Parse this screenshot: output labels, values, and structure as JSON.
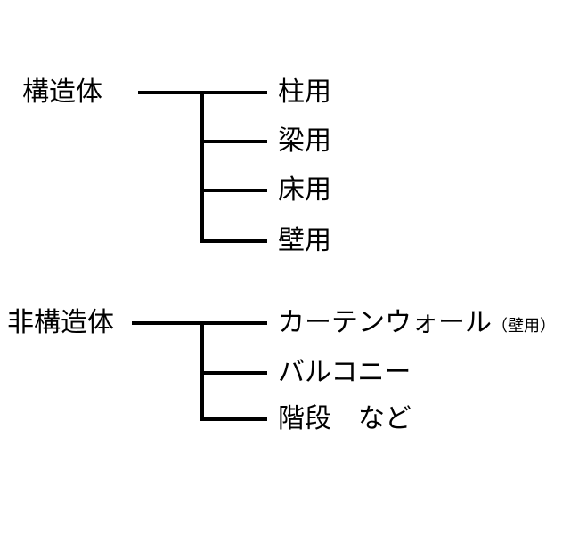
{
  "groups": [
    {
      "root": "構造体",
      "children": [
        "柱用",
        "梁用",
        "床用",
        "壁用"
      ]
    },
    {
      "root": "非構造体",
      "children": [
        "カーテンウォール",
        "バルコニー",
        "階段　など"
      ],
      "child_note": "（壁用）"
    }
  ],
  "colors": {
    "line": "#000000",
    "text": "#000000",
    "background": "#ffffff"
  }
}
